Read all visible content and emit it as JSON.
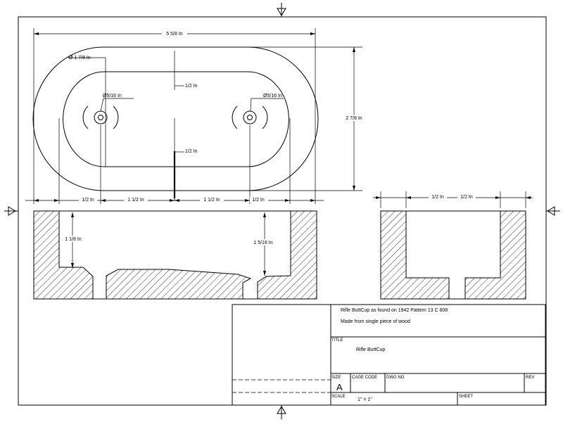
{
  "dimensions": {
    "overall_length": "5 5/8 In",
    "outer_diameter": "Ø 1 7/8 In",
    "hole_left": "Ø5/16 In",
    "hole_right": "Ø5/16 In",
    "wall_top": "1/2 In",
    "wall_mid": "1/2 In",
    "overall_width": "2 7/8 In",
    "bottom_left_end": "1/2 In",
    "bottom_left_span": "1 1/2 In",
    "bottom_right_span": "1 1/2 In",
    "bottom_right_end": "1/2 In",
    "end_view_left": "1/2 In",
    "end_view_right": "1/2 In",
    "depth_left": "1 1/8 In",
    "depth_right": "1 5/16 In"
  },
  "title_block": {
    "notes_line1": "Rifle ButtCup as found on 1942 Pattern  13 C 608",
    "notes_line2": "Made from single piece of wood",
    "title_label": "TITLE",
    "title_value": "Rifle ButtCup",
    "size_label": "SIZE",
    "size_value": "A",
    "cage_label": "CAGE CODE",
    "dwg_label": "DWG NO",
    "rev_label": "REV",
    "scale_label": "SCALE",
    "scale_value": "1\" = 1\"",
    "sheet_label": "SHEET"
  }
}
